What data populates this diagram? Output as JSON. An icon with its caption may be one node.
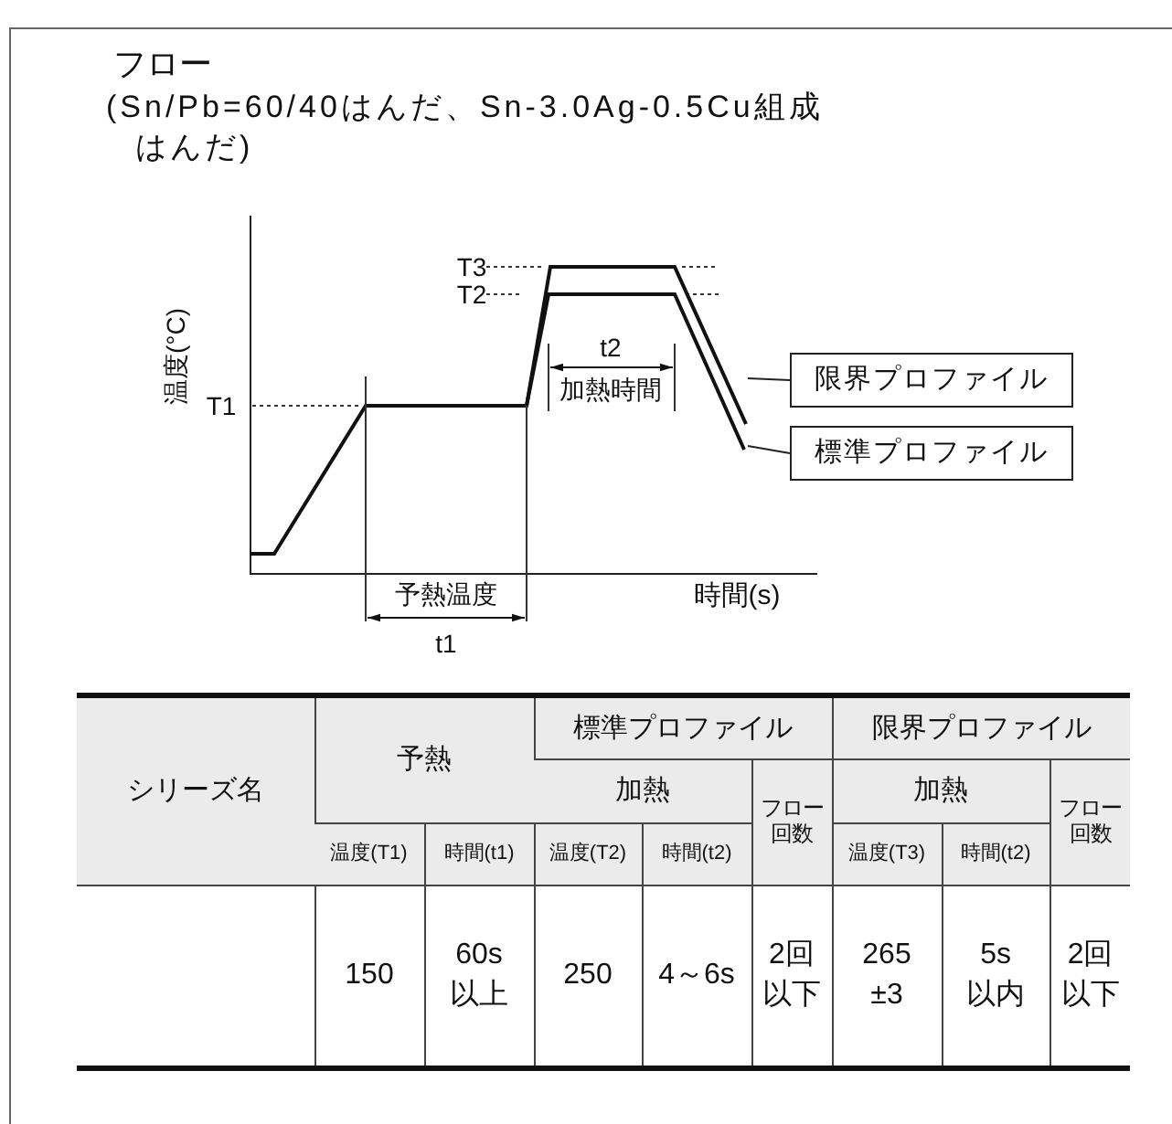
{
  "diagram": {
    "title": "フロー",
    "nodes": [
      {
        "text": [
          "限界プロファイル"
        ]
      },
      {
        "text": [
          "標準プロファイル"
        ]
      },
      {
        "text": [],
        "shape": "line"
      },
      {
        "text": [],
        "shape": "line"
      }
    ],
    "edges": [
      {
        "from": 0,
        "to": 2,
        "arrow": "none"
      },
      {
        "from": 1,
        "to": 3,
        "arrow": "none"
      }
    ],
    "labels": [
      "(Sn/Pb=60/40はんだ、Sn-3.0Ag-0.5Cu組成はんだ)",
      "T3",
      "T2",
      "t2",
      "加熱時間",
      "温度(°C)",
      "T1",
      "予熱温度",
      "時間(s)",
      "t1",
      "シリーズ名",
      "予熱",
      "標準プロファイル",
      "限界プロファイル",
      "加熱",
      "フロー回数",
      "加熱",
      "フロー回数",
      "温度(T1)",
      "時間(t1)",
      "温度(T2)",
      "時間(t2)",
      "温度(T3)",
      "時間(t2)",
      "150",
      "60s以上",
      "250",
      "4～6s",
      "2回以下",
      "265 ±3",
      "5s以内",
      "2回以下"
    ]
  }
}
